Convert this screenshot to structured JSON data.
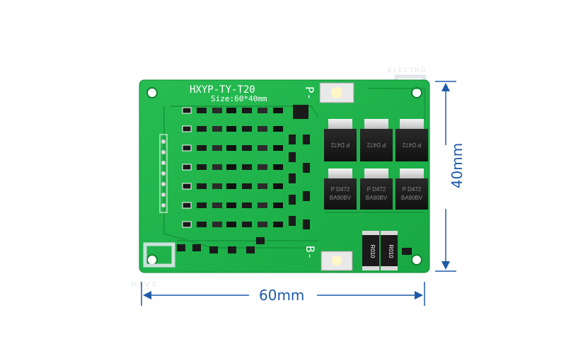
{
  "board": {
    "model": "HXYP-TY-T20",
    "size_label": "Size:60*40mm",
    "terminal_p": "P-",
    "terminal_b": "B-",
    "mosfet_marking_1": "P D472",
    "mosfet_marking_2": "BA90BV",
    "resistor_marking": "R010"
  },
  "dimensions": {
    "width_label": "60mm",
    "height_label": "40mm"
  },
  "watermark": {
    "top_text": "ELECTRO",
    "bottom_text": "HIVE"
  },
  "colors": {
    "pcb": "#1fb24a",
    "dimension": "#1e5aa8"
  }
}
